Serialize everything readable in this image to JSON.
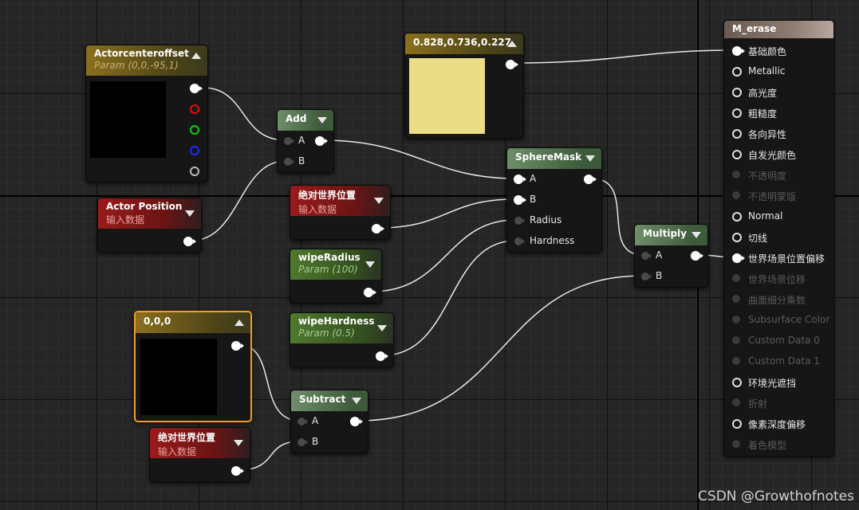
{
  "nodes": {
    "actor_center_offset": {
      "title": "Actorcenteroffset",
      "subtitle": "Param (0,0,-95,1)"
    },
    "actor_position": {
      "title": "Actor Position",
      "subtitle": "输入数据"
    },
    "color_constant": {
      "title": "0.828,0.736,0.227",
      "swatch_color": "#ebdd86"
    },
    "add": {
      "title": "Add",
      "pin_a": "A",
      "pin_b": "B"
    },
    "world_pos_1": {
      "title": "绝对世界位置",
      "subtitle": "输入数据"
    },
    "wipe_radius": {
      "title": "wipeRadius",
      "subtitle": "Param (100)"
    },
    "wipe_hardness": {
      "title": "wipeHardness",
      "subtitle": "Param (0.5)"
    },
    "sphere_mask": {
      "title": "SphereMask",
      "pin_a": "A",
      "pin_b": "B",
      "pin_radius": "Radius",
      "pin_hardness": "Hardness"
    },
    "multiply": {
      "title": "Multiply",
      "pin_a": "A",
      "pin_b": "B"
    },
    "constant_000": {
      "title": "0,0,0"
    },
    "subtract": {
      "title": "Subtract",
      "pin_a": "A",
      "pin_b": "B"
    },
    "world_pos_2": {
      "title": "绝对世界位置",
      "subtitle": "输入数据"
    },
    "material_result": {
      "title": "M_erase",
      "inputs": [
        "基础颜色",
        "Metallic",
        "高光度",
        "粗糙度",
        "各向异性",
        "自发光颜色",
        "不透明度",
        "不透明蒙版",
        "Normal",
        "切线",
        "世界场景位置偏移",
        "世界场景位移",
        "曲面细分乘数",
        "Subsurface Color",
        "Custom Data 0",
        "Custom Data 1",
        "环境光遮挡",
        "折射",
        "像素深度偏移",
        "着色模型"
      ]
    }
  },
  "watermark": "CSDN @Growthofnotes"
}
